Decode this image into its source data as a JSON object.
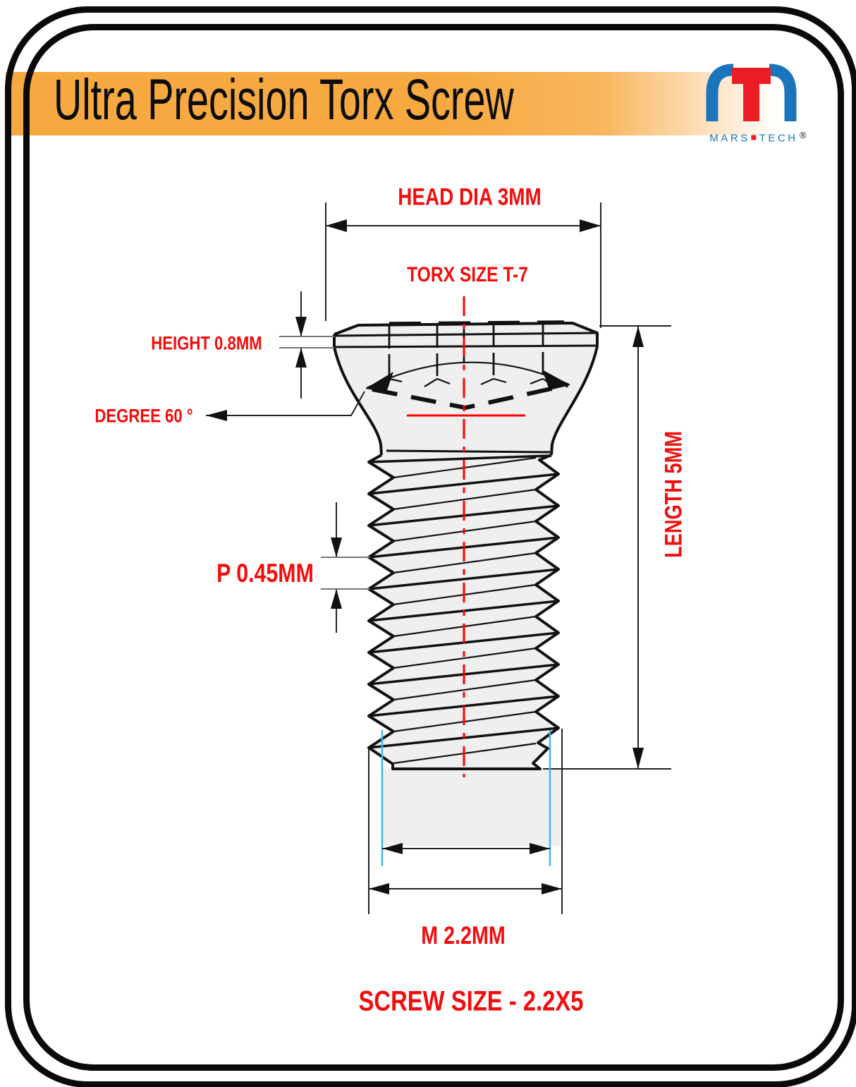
{
  "header": {
    "title": "Ultra Precision Torx Screw"
  },
  "logo": {
    "mars": "MARS",
    "tech": "TECH",
    "registered": "®"
  },
  "diagram": {
    "labels": {
      "head_dia": "HEAD DIA 3MM",
      "torx_size": "TORX SIZE T-7",
      "height": "HEIGHT 0.8MM",
      "degree": "DEGREE 60 °",
      "pitch": "P 0.45MM",
      "length": "LENGTH 5MM",
      "thread_dia": "M 2.2MM",
      "screw_size": "SCREW SIZE - 2.2X5"
    },
    "colors": {
      "label_red": "#F20D0D",
      "centerline_red": "#FF0000",
      "extension_blue": "#45B3E8",
      "line_dark": "#111111",
      "fill_gray": "#EFEFEF",
      "header_orange": "#F7A941"
    }
  }
}
